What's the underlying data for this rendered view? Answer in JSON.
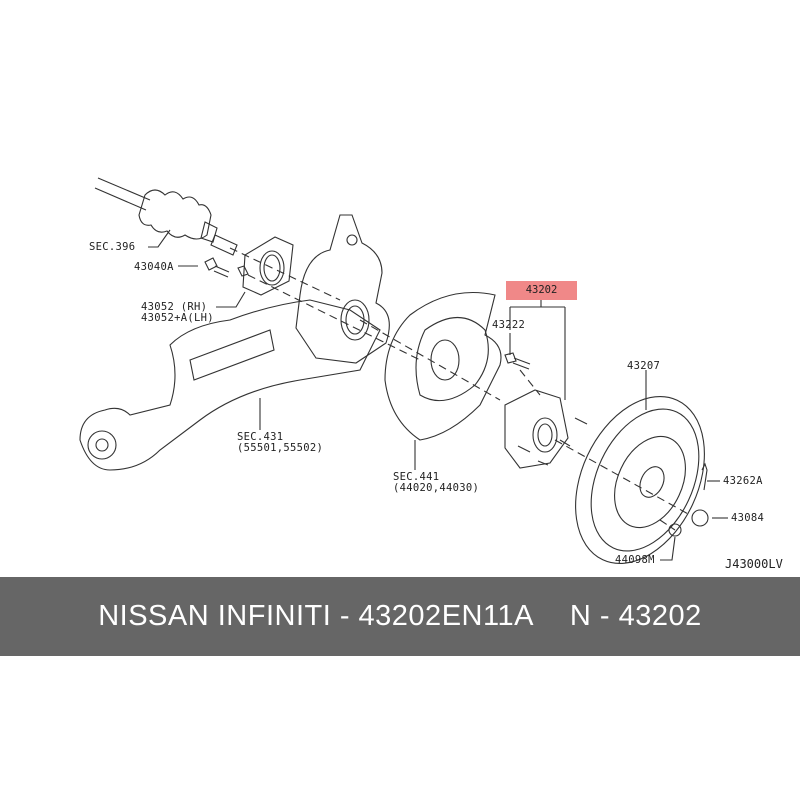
{
  "labels": {
    "sec396": "SEC.396",
    "p43040A": "43040A",
    "p43052rh": "43052 (RH)",
    "p43052lh": "43052+A(LH)",
    "sec431": "SEC.431",
    "sec431_parts": "(55501,55502)",
    "sec441": "SEC.441",
    "sec441_parts": "(44020,44030)",
    "p43202": "43202",
    "p43222": "43222",
    "p43207": "43207",
    "p43262A": "43262A",
    "p43084": "43084",
    "p44098M": "44098M"
  },
  "sheet_code": "J43000LV",
  "banner": {
    "brand": "NISSAN  INFINITI - 43202EN11A",
    "part_ref": "N - 43202"
  },
  "colors": {
    "highlight": "#f08888",
    "banner_bg": "#666666"
  }
}
